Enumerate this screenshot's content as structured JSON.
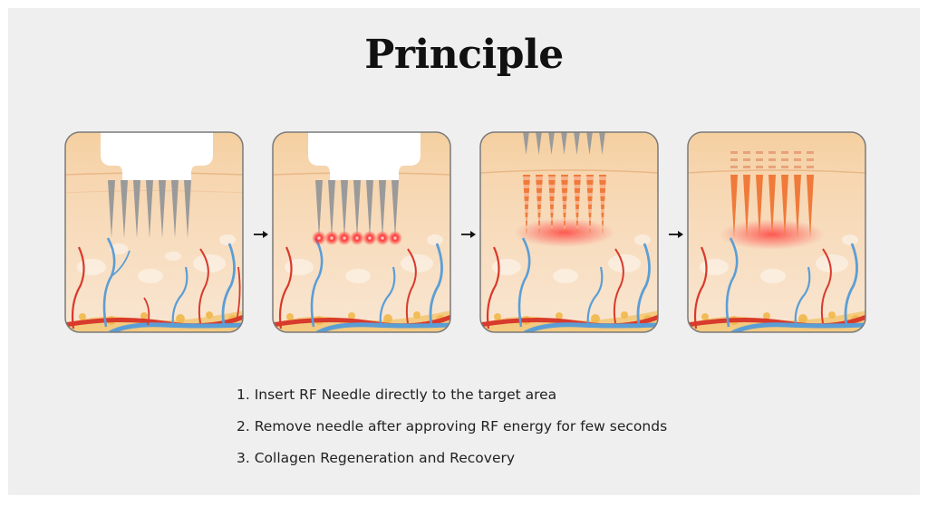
{
  "title": "Principle",
  "steps": [
    "1. Insert RF Needle directly to the target area",
    "2. Remove needle after approving RF energy for few seconds",
    "3. Collagen Regeneration and Recovery"
  ],
  "colors": {
    "background": "#efefef",
    "skin": "#f7dcc0",
    "needle": "#9a9a9a",
    "rf_needle": "#f07a3a",
    "artery": "#d83a2c",
    "vein": "#5b9ed6"
  }
}
